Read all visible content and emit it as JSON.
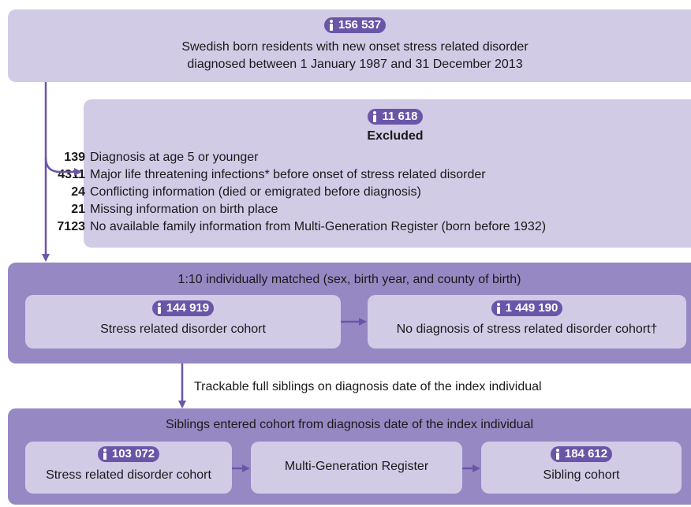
{
  "top_box": {
    "count": "156 537",
    "line1": "Swedish born residents with new onset stress related disorder",
    "line2": "diagnosed between 1 January 1987 and 31 December 2013"
  },
  "excluded_box": {
    "count": "11 618",
    "title": "Excluded",
    "items": [
      {
        "n": "139",
        "label": "Diagnosis at age 5 or younger"
      },
      {
        "n": "4311",
        "label": "Major life threatening infections* before onset of stress related disorder"
      },
      {
        "n": "24",
        "label": "Conflicting information (died or emigrated before diagnosis)"
      },
      {
        "n": "21",
        "label": "Missing information on birth place"
      },
      {
        "n": "7123",
        "label": "No available family information from Multi-Generation Register (born before 1932)"
      }
    ]
  },
  "matched_box": {
    "title": "1:10 individually matched (sex, birth year, and county of birth)",
    "left": {
      "count": "144 919",
      "label": "Stress related disorder cohort"
    },
    "right": {
      "count": "1 449 190",
      "label": "No diagnosis of stress related disorder cohort†"
    }
  },
  "connector_label": "Trackable full siblings on diagnosis date of the index individual",
  "sibling_box": {
    "title": "Siblings entered cohort from diagnosis date of the index individual",
    "left": {
      "count": "103 072",
      "label": "Stress related disorder cohort"
    },
    "middle": {
      "label": "Multi-Generation Register"
    },
    "right": {
      "count": "184 612",
      "label": "Sibling cohort"
    }
  },
  "colors": {
    "light": "#d1cbe6",
    "dark": "#9688c3",
    "accent": "#6a56a8"
  }
}
